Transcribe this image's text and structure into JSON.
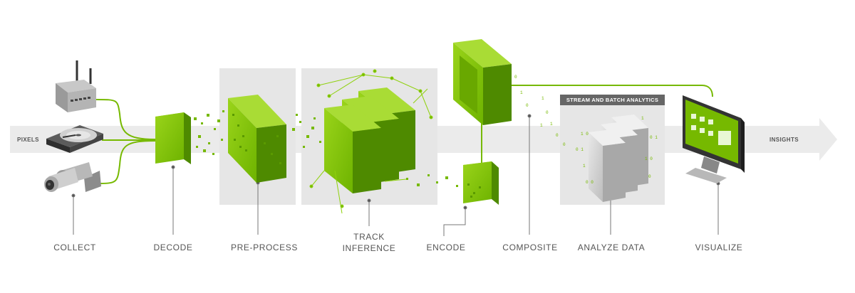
{
  "diagram": {
    "flow_start_label": "PIXELS",
    "flow_end_label": "INSIGHTS",
    "analytics_banner": "STREAM AND BATCH ANALYTICS",
    "stages": {
      "collect": "COLLECT",
      "decode": "DECODE",
      "preprocess": "PRE-PROCESS",
      "track_inference": [
        "TRACK",
        "INFERENCE"
      ],
      "encode": "ENCODE",
      "composite": "COMPOSITE",
      "analyze": "ANALYZE DATA",
      "visualize": "VISUALIZE"
    },
    "icons": [
      "router-icon",
      "hard-drive-icon",
      "security-camera-icon",
      "monitor-icon"
    ],
    "colors": {
      "accent_green": "#76b900",
      "green_light": "#8fd10d",
      "green_dark": "#4e8a00",
      "panel_gray": "#e6e6e6",
      "arrow_gray": "#ebebeb",
      "label_gray": "#555555"
    }
  }
}
